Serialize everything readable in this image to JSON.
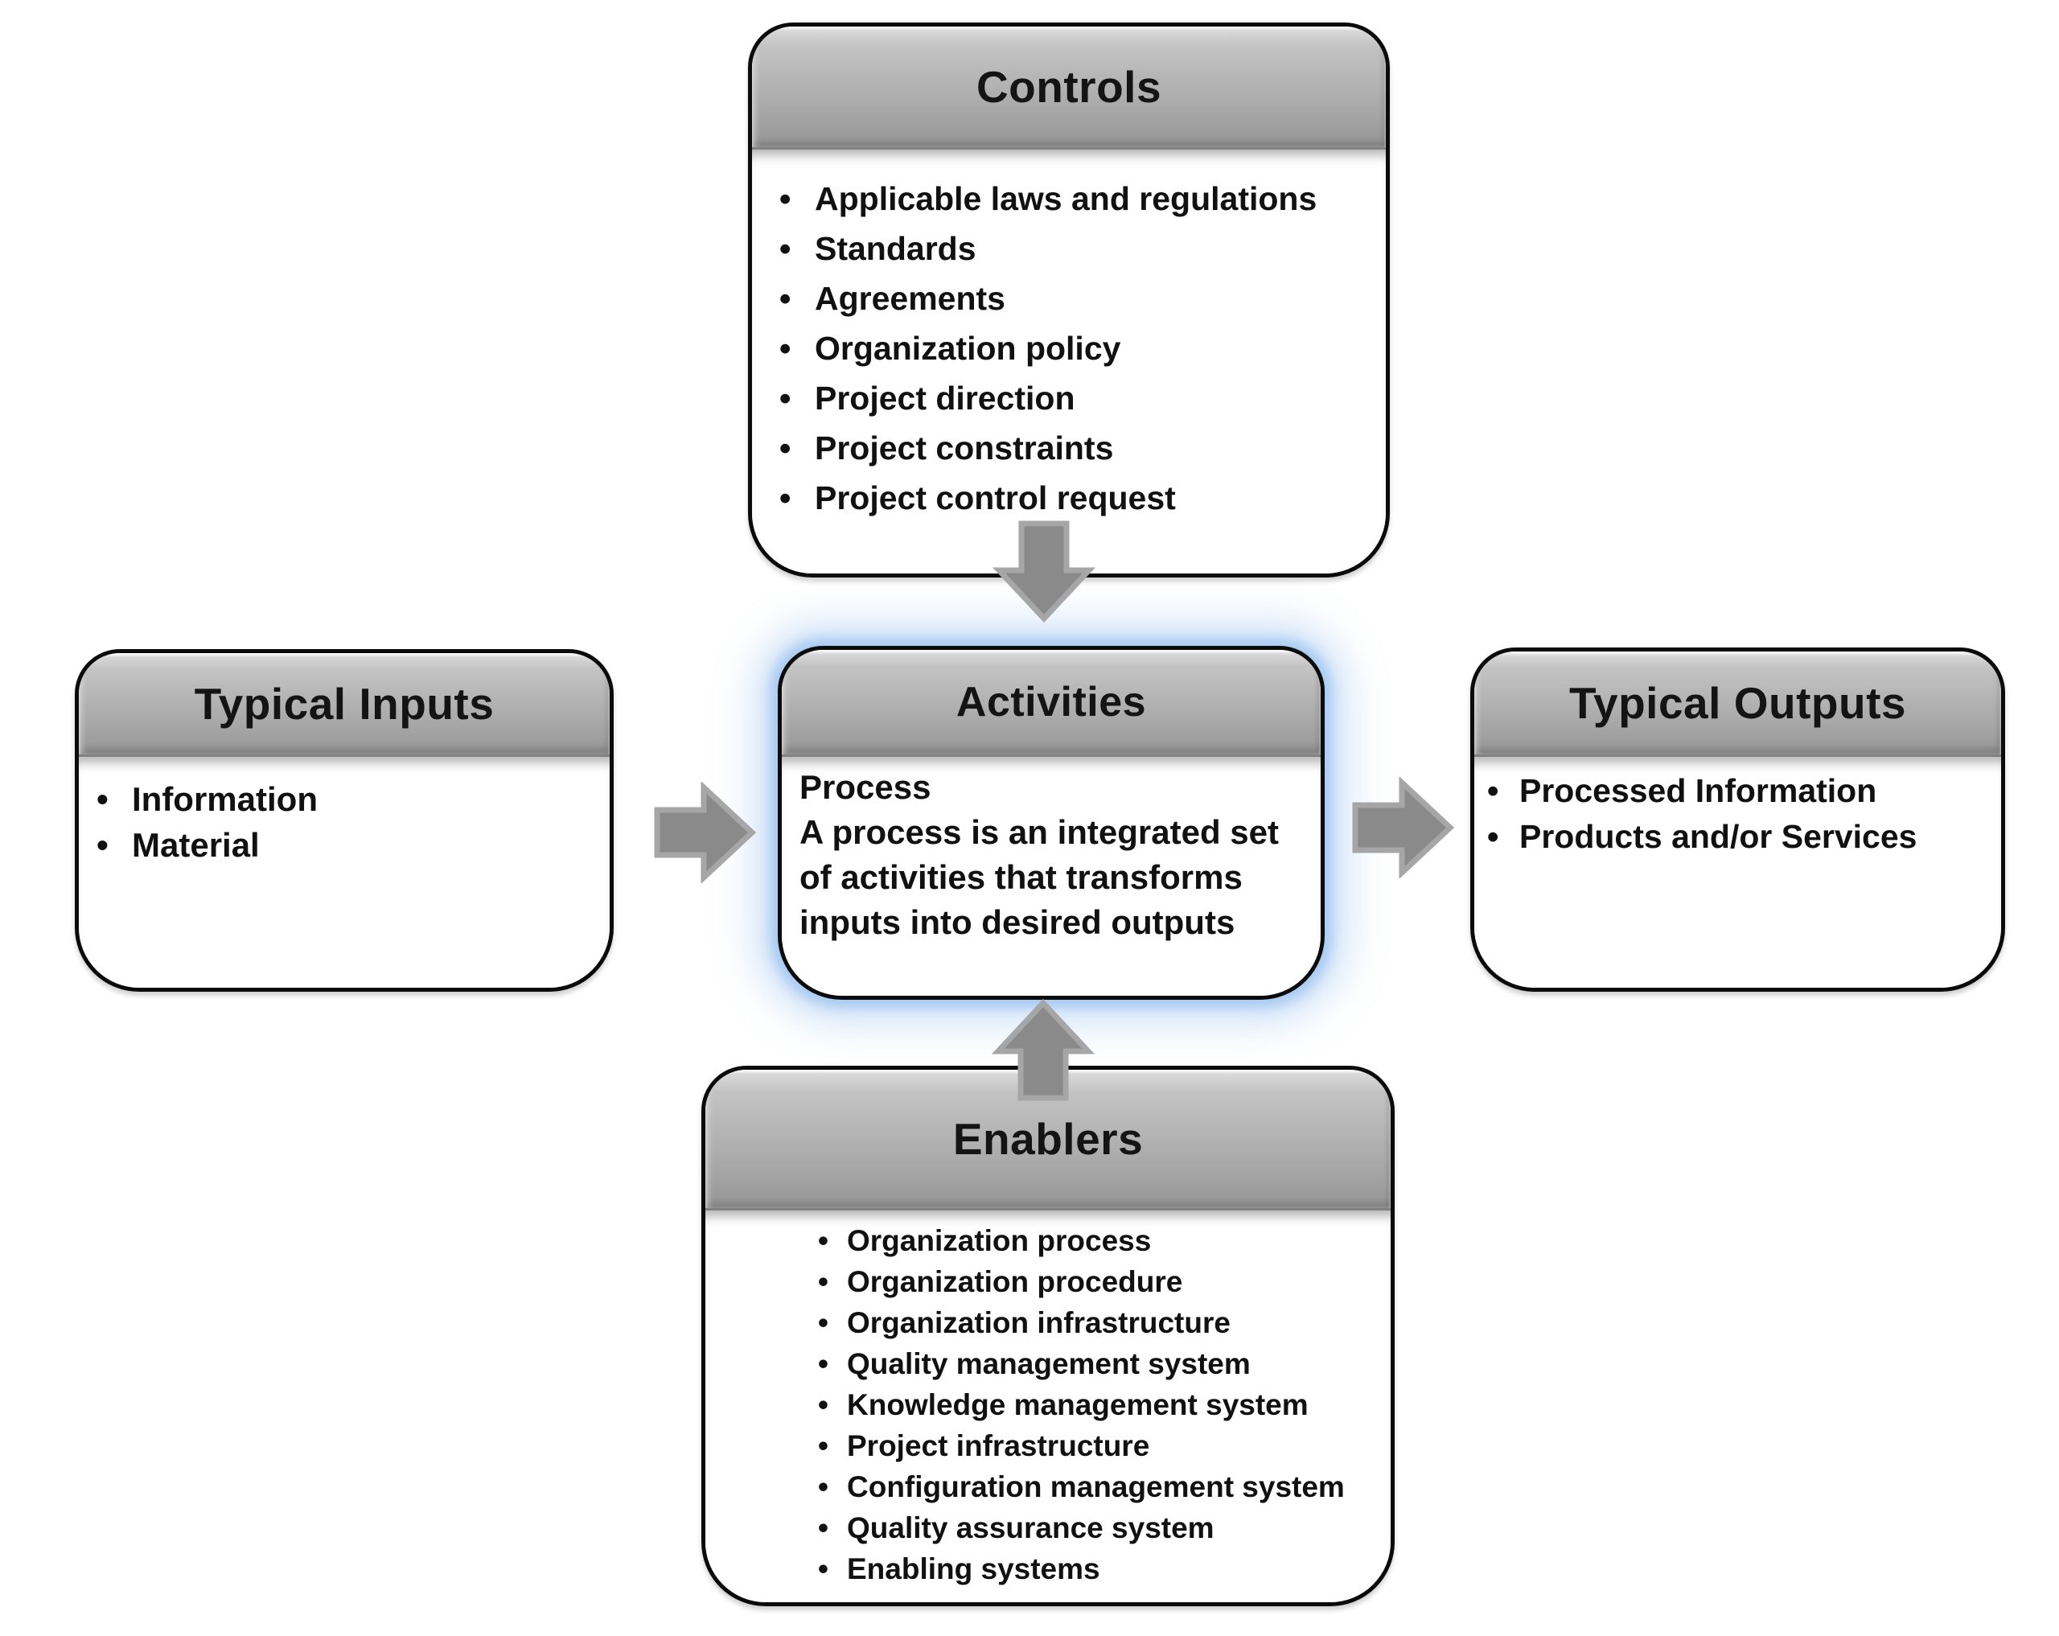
{
  "boxes": {
    "controls": {
      "title": "Controls",
      "items": [
        "Applicable laws and regulations",
        "Standards",
        "Agreements",
        "Organization policy",
        "Project direction",
        "Project constraints",
        "Project control request"
      ]
    },
    "inputs": {
      "title": "Typical Inputs",
      "items": [
        "Information",
        "Material"
      ]
    },
    "activities": {
      "title": "Activities",
      "subtitle": "Process",
      "description_lines": [
        "A process is an integrated set",
        "of activities that transforms",
        "inputs into desired outputs"
      ]
    },
    "outputs": {
      "title": "Typical Outputs",
      "items": [
        "Processed Information",
        "Products and/or Services"
      ]
    },
    "enablers": {
      "title": "Enablers",
      "items": [
        "Organization process",
        "Organization procedure",
        "Organization infrastructure",
        "Quality management system",
        "Knowledge management system",
        "Project infrastructure",
        "Configuration management system",
        "Quality assurance system",
        "Enabling systems"
      ]
    }
  },
  "arrows": [
    {
      "icon": "down-arrow-icon",
      "from": "controls",
      "to": "activities",
      "direction": "down"
    },
    {
      "icon": "right-arrow-icon",
      "from": "inputs",
      "to": "activities",
      "direction": "right"
    },
    {
      "icon": "right-arrow-icon",
      "from": "activities",
      "to": "outputs",
      "direction": "right"
    },
    {
      "icon": "up-arrow-icon",
      "from": "enablers",
      "to": "activities",
      "direction": "up"
    }
  ],
  "colors": {
    "background": "#ffffff",
    "border": "#0b0b0b",
    "title_color": "#141414",
    "text_color": "#111111",
    "header_top": "#dedede",
    "header_bottom": "#959595",
    "arrow_fill": "#8a8a8a",
    "arrow_stroke": "#a6a6a6",
    "glow": "#a4c8f2"
  }
}
